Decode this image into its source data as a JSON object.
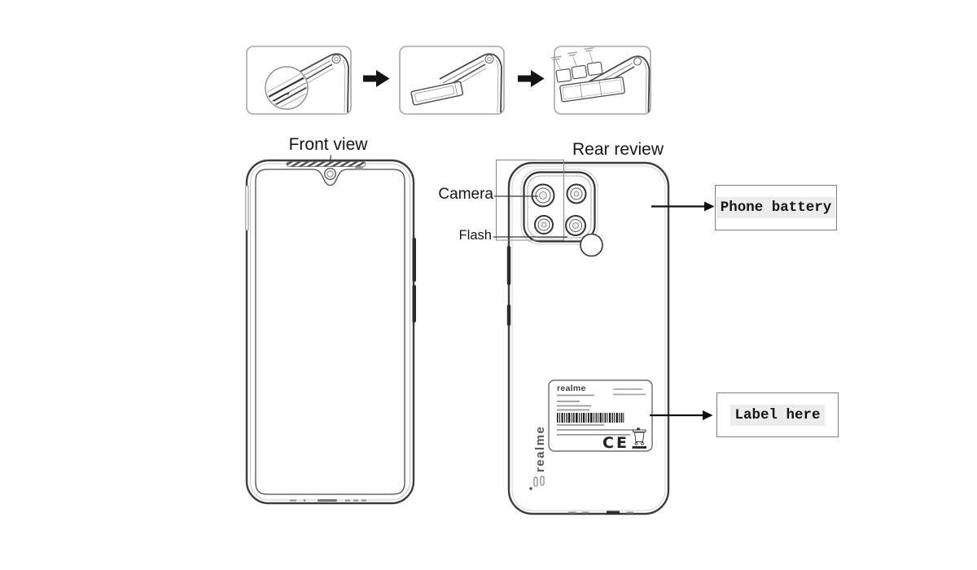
{
  "annotations": {
    "front_view": "Front view",
    "rear_view": "Rear review",
    "camera": "Camera",
    "flash": "Flash"
  },
  "callouts": {
    "phone_battery": "Phone battery",
    "label_here": "Label here"
  },
  "regulatory_label": {
    "brand": "realme",
    "ce_mark": "CE"
  },
  "rear_body": {
    "vertical_brand": "realme"
  },
  "colors": {
    "background": "#ffffff",
    "text": "#151515",
    "line": "#3d3d3d",
    "line_light": "#9a9a9a",
    "button_fill": "#2b2b2b",
    "callout_border": "#7d7d7d",
    "callout_text_bg": "#ececec"
  }
}
